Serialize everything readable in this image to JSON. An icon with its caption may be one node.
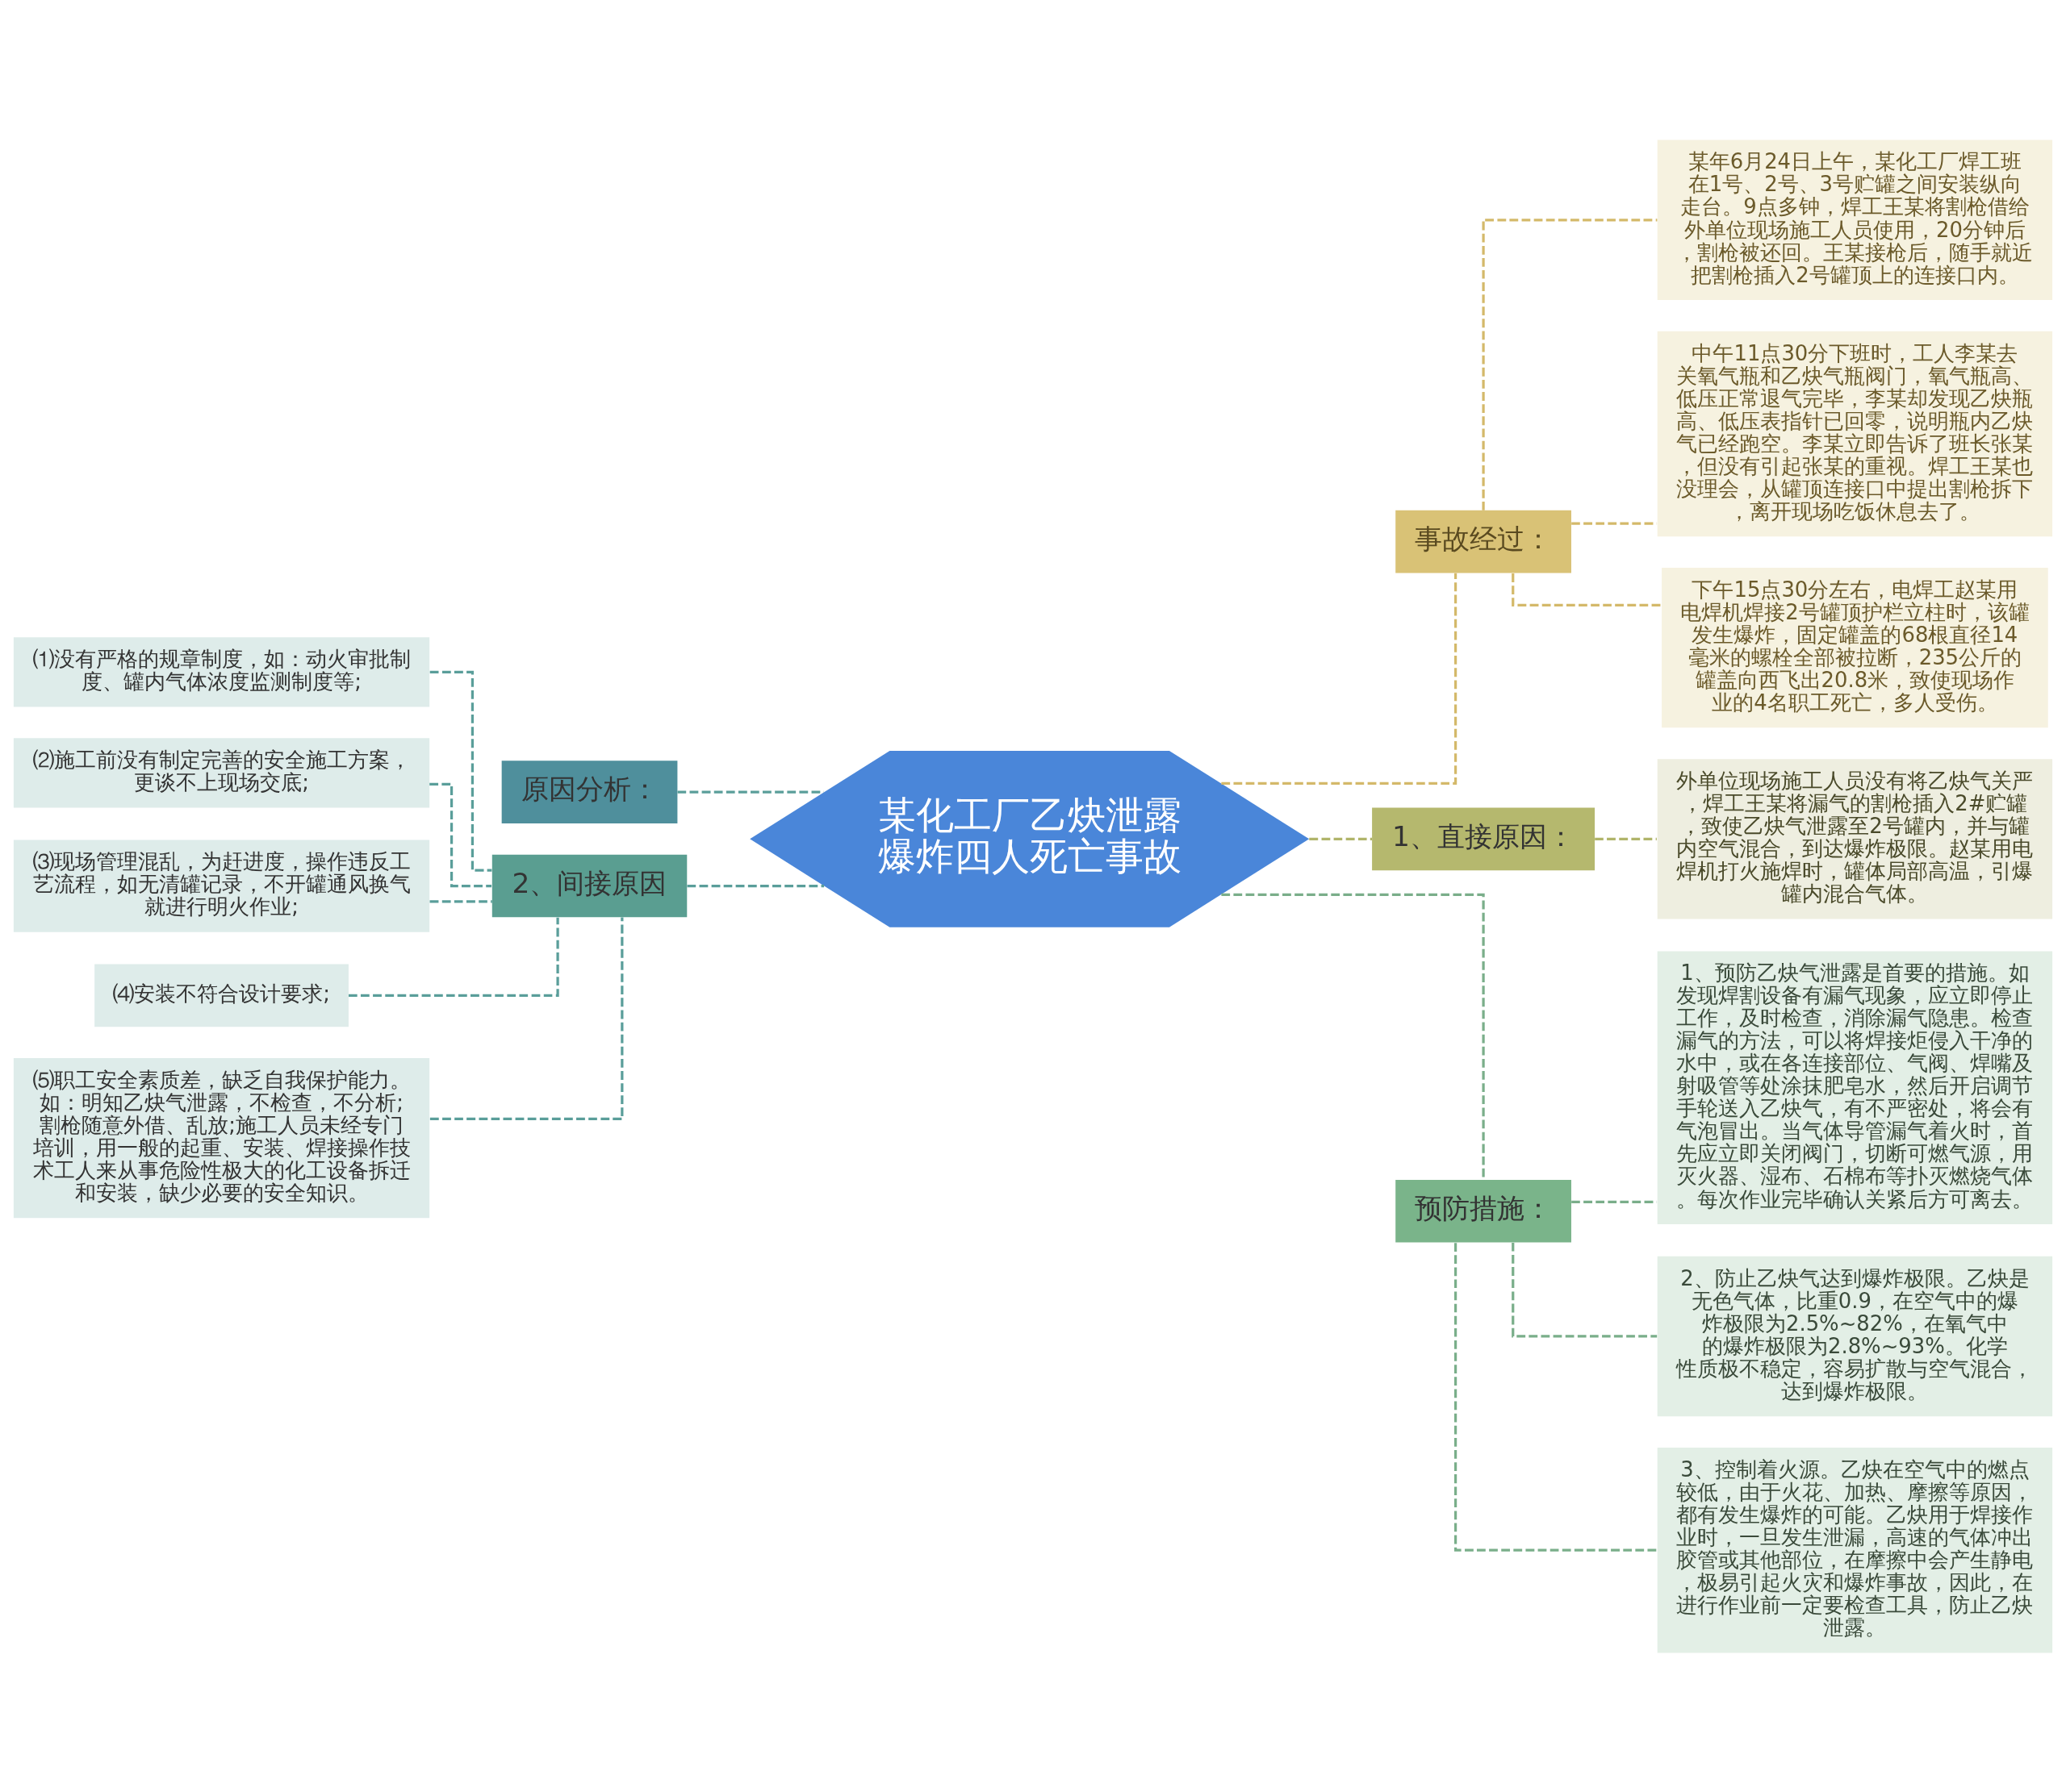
{
  "diagram": {
    "nodes": [
      {
        "text": [
          "某化工厂乙炔泄露爆炸四人死亡事故"
        ]
      },
      {
        "text": [
          "原因分析："
        ]
      },
      {
        "text": [
          "2、间接原因"
        ]
      },
      {
        "text": [
          "⑴没有严格的规章制度，如：动火审批制度、罐内气体浓度监测制度等;"
        ]
      },
      {
        "text": [
          "⑵施工前没有制定完善的安全施工方案，更谈不上现场交底;"
        ]
      },
      {
        "text": [
          "⑶现场管理混乱，为赶进度，操作违反工艺流程，如无清罐记录，不开罐通风换气就进行明火作业;"
        ]
      },
      {
        "text": [
          "⑷安装不符合设计要求;"
        ]
      },
      {
        "text": [
          "⑸职工安全素质差，缺乏自我保护能力。如：明知乙炔气泄露，不检查，不分析;割枪随意外借、乱放;施工人员未经专门培训，用一般的起重、安装、焊接操作技术工人来从事危险性极大的化工设备拆迁和安装，缺少必要的安全知识。"
        ]
      },
      {
        "text": [
          "事故经过："
        ]
      },
      {
        "text": [
          "某年6月24日上午，某化工厂焊工班在1号、2号、3号贮罐之间安装纵向走台。9点多钟，焊工王某将割枪借给外单位现场施工人员使用，20分钟后，割枪被还回。王某接枪后，随手就近把割枪插入2号罐顶上的连接口内。"
        ]
      },
      {
        "text": [
          "中午11点30分下班时，工人李某去关氧气瓶和乙炔气瓶阀门，氧气瓶高、低压正常退气完毕，李某却发现乙炔瓶高、低压表指针已回零，说明瓶内乙炔气已经跑空。李某立即告诉了班长张某，但没有引起张某的重视。焊工王某也没理会，从罐顶连接口中提出割枪拆下，离开现场吃饭休息去了。"
        ]
      },
      {
        "text": [
          "下午15点30分左右，电焊工赵某用电焊机焊接2号罐顶护栏立柱时，该罐发生爆炸，固定罐盖的68根直径14毫米的螺栓全部被拉断，235公斤的罐盖向西飞出20.8米，致使现场作业的4名职工死亡，多人受伤。"
        ]
      },
      {
        "text": [
          "1、直接原因："
        ]
      },
      {
        "text": [
          "外单位现场施工人员没有将乙炔气关严，焊工王某将漏气的割枪插入2#贮罐，致使乙炔气泄露至2号罐内，并与罐内空气混合，到达爆炸极限。赵某用电焊机打火施焊时，罐体局部高温，引爆罐内混合气体。"
        ]
      },
      {
        "text": [
          "预防措施："
        ]
      },
      {
        "text": [
          "1、预防乙炔气泄露是首要的措施。如发现焊割设备有漏气现象，应立即停止工作，及时检查，消除漏气隐患。检查漏气的方法，可以将焊接炬侵入干净的水中，或在各连接部位、气阀、焊嘴及射吸管等处涂抹肥皂水，然后开启调节手轮送入乙炔气，有不严密处，将会有气泡冒出。当气体导管漏气着火时，首先应立即关闭阀门，切断可燃气源，用灭火器、湿布、石棉布等扑灭燃烧气体。每次作业完毕确认关紧后方可离去。"
        ]
      },
      {
        "text": [
          "2、防止乙炔气达到爆炸极限。乙炔是无色气体，比重0.9，在空气中的爆炸极限为2.5%~82%，在氧气中的爆炸极限为2.8%~93%。化学性质极不稳定，容易扩散与空气混合，达到爆炸极限。"
        ]
      },
      {
        "text": [
          "3、控制着火源。乙炔在空气中的燃点较低，由于火花、加热、摩擦等原因，都有发生爆炸的可能。乙炔用于焊接作业时，一旦发生泄漏，高速的气体冲出胶管或其他部位，在摩擦中会产生静电，极易引起火灾和爆炸事故，因此，在进行作业前一定要检查工具，防止乙炔泄露。"
        ]
      }
    ],
    "edges": [
      {
        "from": 0,
        "to": 1,
        "arrow": "none",
        "style": "dashed"
      },
      {
        "from": 0,
        "to": 2,
        "arrow": "none",
        "style": "dashed"
      },
      {
        "from": 2,
        "to": 3,
        "arrow": "none",
        "style": "dashed"
      },
      {
        "from": 2,
        "to": 4,
        "arrow": "none",
        "style": "dashed"
      },
      {
        "from": 2,
        "to": 5,
        "arrow": "none",
        "style": "dashed"
      },
      {
        "from": 2,
        "to": 6,
        "arrow": "none",
        "style": "dashed"
      },
      {
        "from": 2,
        "to": 7,
        "arrow": "none",
        "style": "dashed"
      },
      {
        "from": 0,
        "to": 8,
        "arrow": "none",
        "style": "dashed",
        "color": "#d4b96a"
      },
      {
        "from": 8,
        "to": 9,
        "arrow": "none",
        "style": "dashed",
        "color": "#d4b96a"
      },
      {
        "from": 8,
        "to": 10,
        "arrow": "none",
        "style": "dashed",
        "color": "#d4b96a"
      },
      {
        "from": 8,
        "to": 11,
        "arrow": "none",
        "style": "dashed",
        "color": "#d4b96a"
      },
      {
        "from": 0,
        "to": 12,
        "arrow": "none",
        "style": "dashed",
        "color": "#b0b46a"
      },
      {
        "from": 12,
        "to": 13,
        "arrow": "none",
        "style": "dashed",
        "color": "#b0b46a"
      },
      {
        "from": 0,
        "to": 14,
        "arrow": "none",
        "style": "dashed",
        "color": "#7aae8a"
      },
      {
        "from": 14,
        "to": 15,
        "arrow": "none",
        "style": "dashed",
        "color": "#7aae8a"
      },
      {
        "from": 14,
        "to": 16,
        "arrow": "none",
        "style": "dashed",
        "color": "#7aae8a"
      },
      {
        "from": 14,
        "to": 17,
        "arrow": "none",
        "style": "dashed",
        "color": "#7aae8a"
      }
    ]
  }
}
